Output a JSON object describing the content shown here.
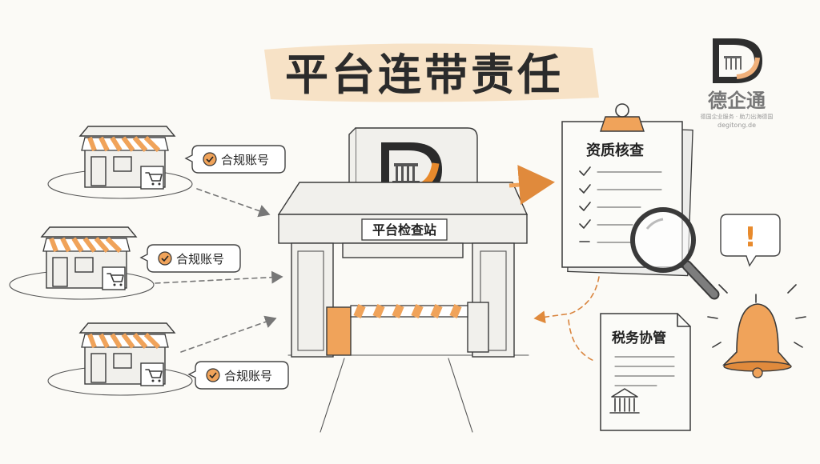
{
  "title": "平台连带责任",
  "brand": {
    "name": "德企通",
    "tagline": "德国企业服务 · 助力出海德国",
    "url": "degitong.de",
    "colors": {
      "dark": "#2a2a2a",
      "orange": "#e88a2c",
      "light_orange": "#f5c08a"
    }
  },
  "merchants": [
    {
      "label": "合规账号",
      "icon": "check-circle-icon"
    },
    {
      "label": "合规账号",
      "icon": "check-circle-icon"
    },
    {
      "label": "合规账号",
      "icon": "check-circle-icon"
    }
  ],
  "gate": {
    "label": "平台检查站",
    "icon": "brandenburg-gate-logo"
  },
  "checklist": {
    "title": "资质核查",
    "items": 5
  },
  "tax_doc": {
    "title": "税务协管",
    "icon": "government-building-icon"
  },
  "alert": {
    "icon": "alarm-bell-icon",
    "badge": "!"
  }
}
